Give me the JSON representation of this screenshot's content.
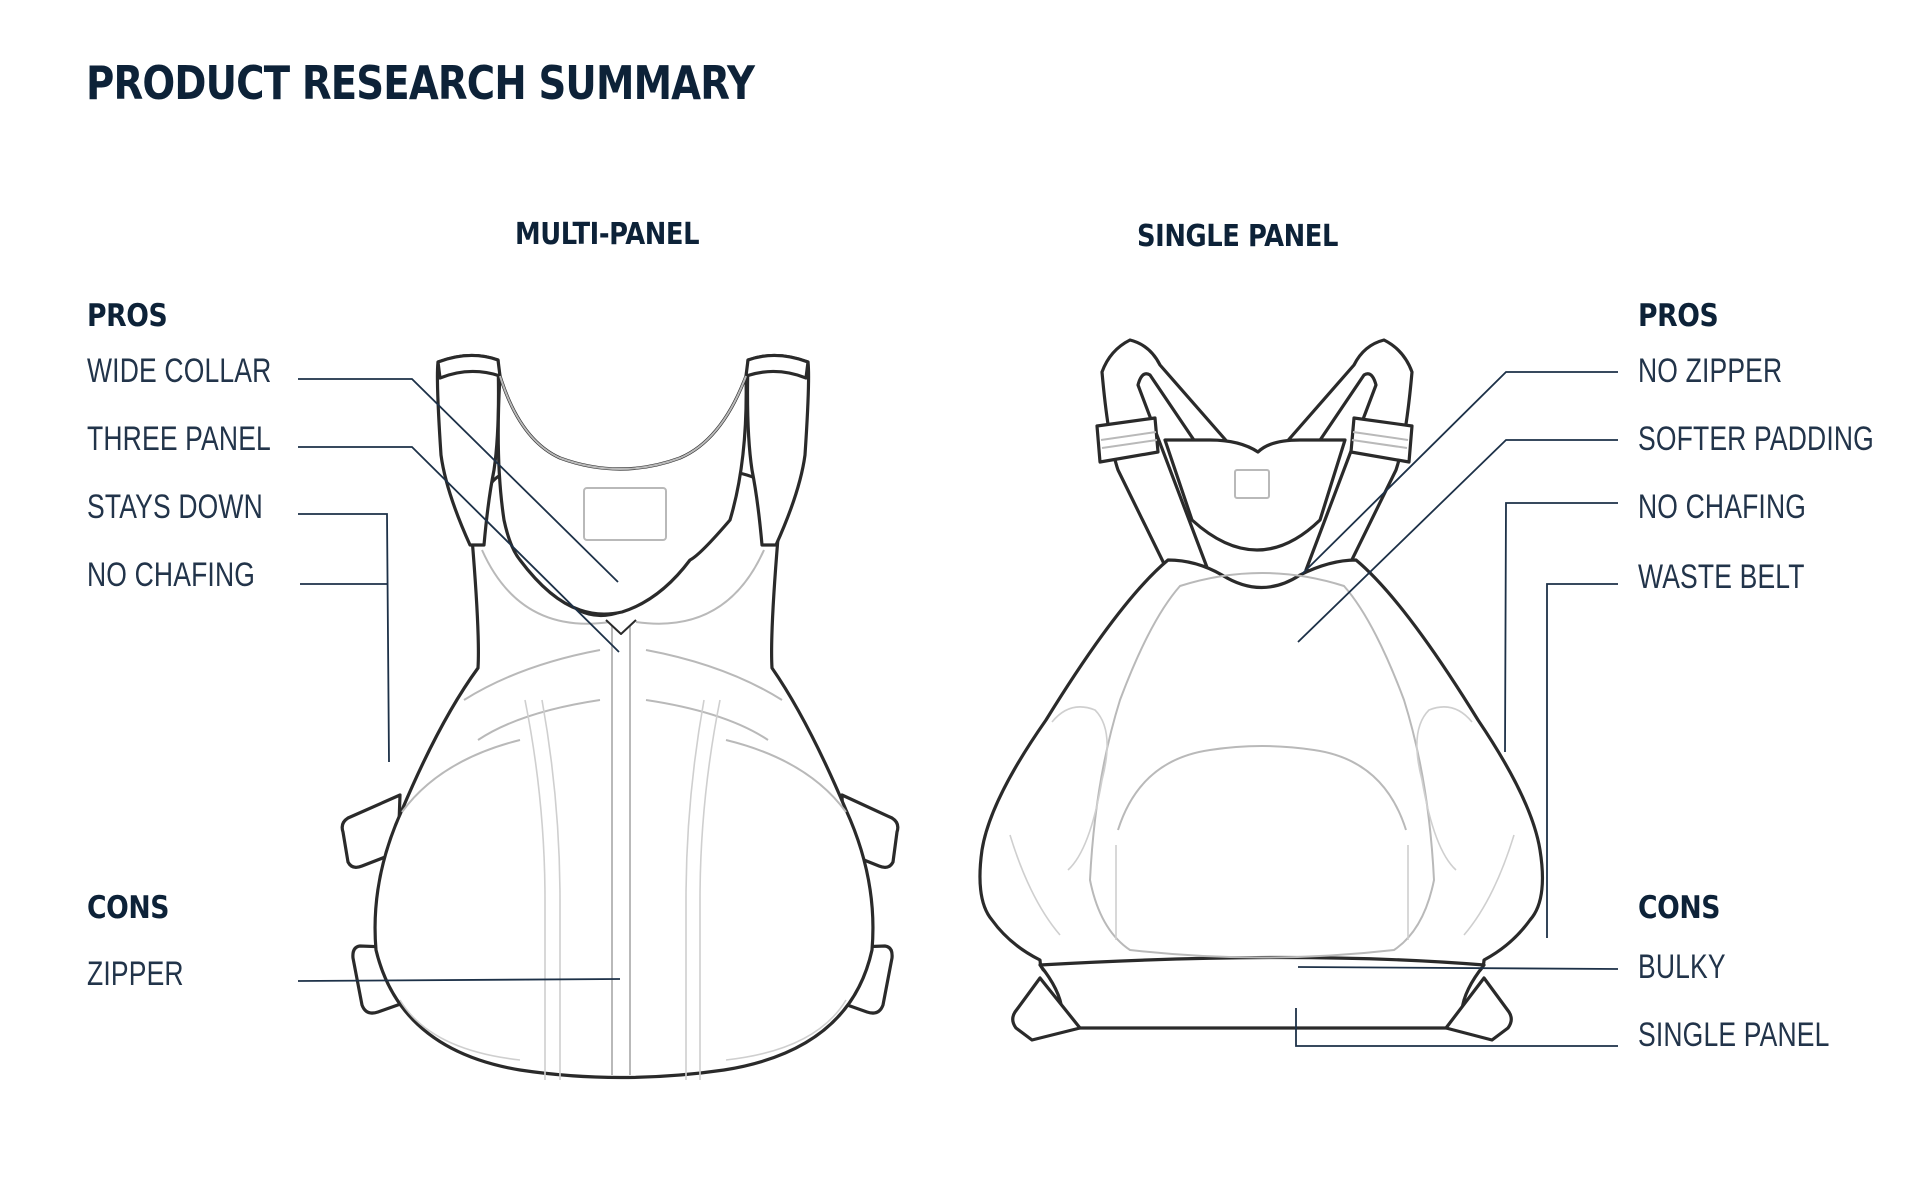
{
  "title": "PRODUCT RESEARCH SUMMARY",
  "multi_panel": {
    "heading": "MULTI-PANEL",
    "pros_heading": "PROS",
    "pros": [
      "WIDE COLLAR",
      "THREE PANEL",
      "STAYS DOWN",
      "NO CHAFING"
    ],
    "cons_heading": "CONS",
    "cons": [
      "ZIPPER"
    ]
  },
  "single_panel": {
    "heading": "SINGLE PANEL",
    "pros_heading": "PROS",
    "pros": [
      "NO ZIPPER",
      "SOFTER PADDING",
      "NO CHAFING",
      "WASTE BELT"
    ],
    "cons_heading": "CONS",
    "cons": [
      "BULKY",
      "SINGLE PANEL"
    ]
  },
  "colors": {
    "heading": "#0d2238",
    "label": "#22344a",
    "leader_line": "#1d3148",
    "outline": "#2a2a2a",
    "detail_line": "#b9b9b9"
  },
  "icons": [
    "multi-panel-vest-drawing",
    "single-panel-vest-drawing"
  ]
}
